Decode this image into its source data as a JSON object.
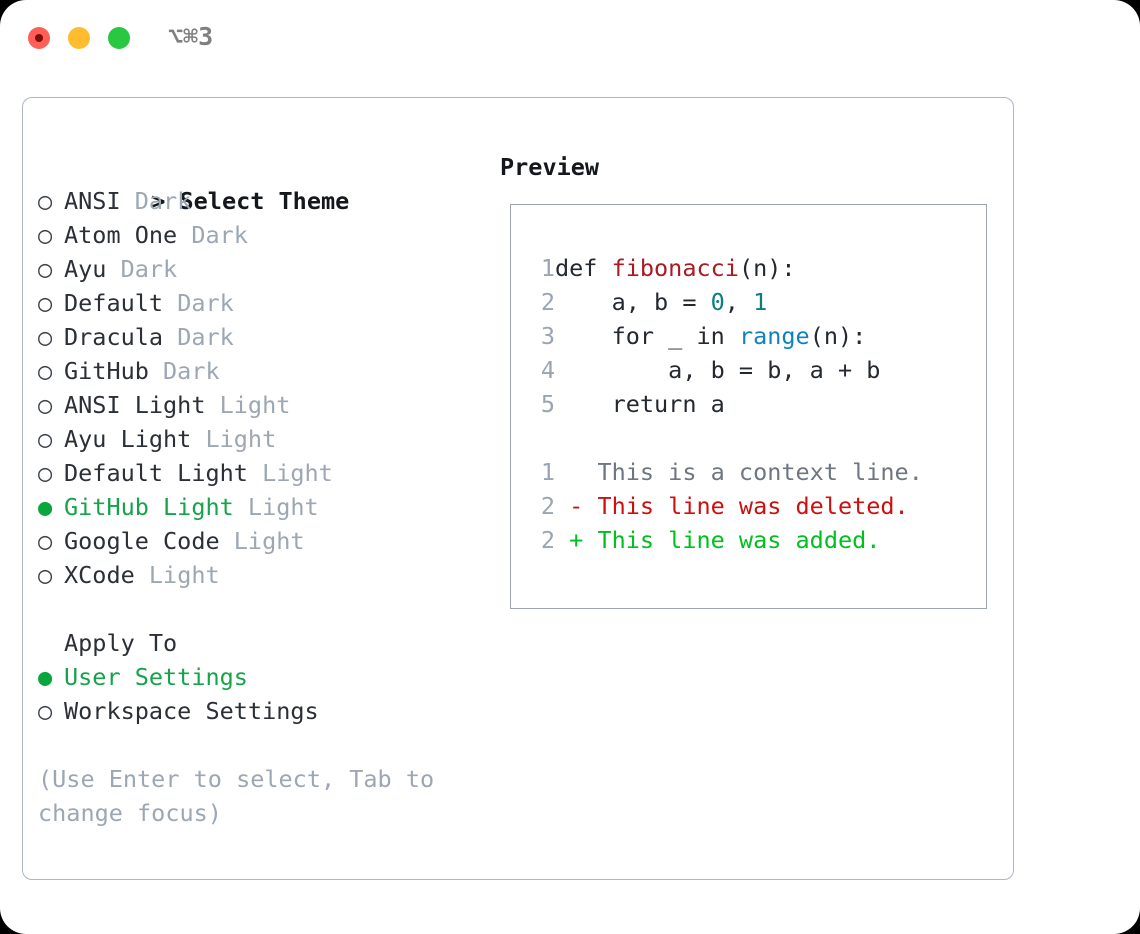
{
  "titlebar": {
    "shortcut": "⌥⌘3",
    "buttons": {
      "close": "close",
      "minimize": "minimize",
      "maximize": "maximize"
    }
  },
  "theme_picker": {
    "heading_caret": ">",
    "heading": "Select Theme",
    "marker_unselected": "○",
    "marker_selected": "●",
    "items": [
      {
        "name": "ANSI",
        "kind": "Dark",
        "selected": false
      },
      {
        "name": "Atom One",
        "kind": "Dark",
        "selected": false
      },
      {
        "name": "Ayu",
        "kind": "Dark",
        "selected": false
      },
      {
        "name": "Default",
        "kind": "Dark",
        "selected": false
      },
      {
        "name": "Dracula",
        "kind": "Dark",
        "selected": false
      },
      {
        "name": "GitHub",
        "kind": "Dark",
        "selected": false
      },
      {
        "name": "ANSI Light",
        "kind": "Light",
        "selected": false
      },
      {
        "name": "Ayu Light",
        "kind": "Light",
        "selected": false
      },
      {
        "name": "Default Light",
        "kind": "Light",
        "selected": false
      },
      {
        "name": "GitHub Light",
        "kind": "Light",
        "selected": true
      },
      {
        "name": "Google Code",
        "kind": "Light",
        "selected": false
      },
      {
        "name": "XCode",
        "kind": "Light",
        "selected": false
      }
    ]
  },
  "apply_to": {
    "heading": "Apply To",
    "items": [
      {
        "name": "User Settings",
        "selected": true
      },
      {
        "name": "Workspace Settings",
        "selected": false
      }
    ]
  },
  "hint": "(Use Enter to select, Tab to change focus)",
  "preview": {
    "heading": "Preview",
    "code_lines": [
      {
        "num": "1",
        "tokens": [
          {
            "text": "def ",
            "style": "plain"
          },
          {
            "text": "fibonacci",
            "style": "fn"
          },
          {
            "text": "(n):",
            "style": "plain"
          }
        ]
      },
      {
        "num": "2",
        "tokens": [
          {
            "text": "    a, b = ",
            "style": "plain"
          },
          {
            "text": "0",
            "style": "num"
          },
          {
            "text": ", ",
            "style": "plain"
          },
          {
            "text": "1",
            "style": "num"
          }
        ]
      },
      {
        "num": "3",
        "tokens": [
          {
            "text": "    for _ in ",
            "style": "plain"
          },
          {
            "text": "range",
            "style": "bi"
          },
          {
            "text": "(n):",
            "style": "plain"
          }
        ]
      },
      {
        "num": "4",
        "tokens": [
          {
            "text": "        a, b = b, a + b",
            "style": "plain"
          }
        ]
      },
      {
        "num": "5",
        "tokens": [
          {
            "text": "    return a",
            "style": "plain"
          }
        ]
      }
    ],
    "diff_lines": [
      {
        "num": "1",
        "tokens": [
          {
            "text": "   This is a context line.",
            "style": "ctx"
          }
        ]
      },
      {
        "num": "2",
        "tokens": [
          {
            "text": " - This line was deleted.",
            "style": "del"
          }
        ]
      },
      {
        "num": "2",
        "tokens": [
          {
            "text": " + This line was added.",
            "style": "add"
          }
        ]
      }
    ]
  },
  "colors": {
    "accent_green": "#16a34a",
    "bullet_green": "#0aa53f",
    "muted": "#9ca7b3",
    "border": "#adb7c2",
    "preview_border": "#9aa5b1",
    "diff_delete": "#cc1010",
    "diff_add": "#00c020",
    "syntax_function": "#a81b21",
    "syntax_number": "#0d7d80",
    "syntax_builtin": "#0e84bd"
  }
}
